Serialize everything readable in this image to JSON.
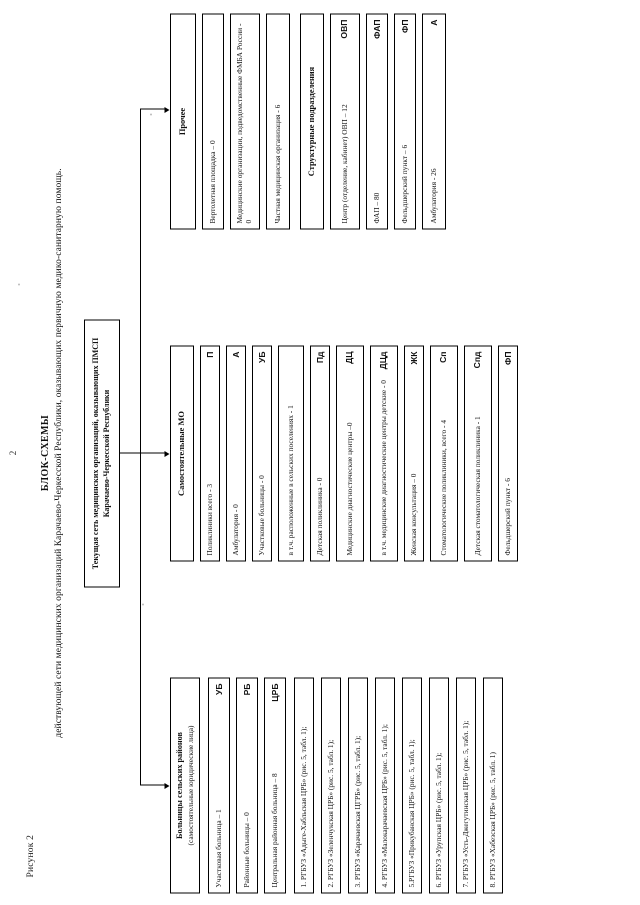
{
  "page": {
    "number": "2",
    "figure_caption": "Рисунок 2"
  },
  "title": {
    "main": "БЛОК-СХЕМЫ",
    "subtitle": "действующей сети медицинских организаций Карачаево-Черкесской Республики, оказывающих первичную медико-санитарную помощь."
  },
  "root": {
    "line1": "Текущая сеть медицинских организаций, оказывающих ПМСП",
    "line2": "Карачаево-Черкесской Республики"
  },
  "columns": {
    "left": {
      "header_line1": "Больницы сельских районов",
      "header_line2": "(самостоятельные юридические лица)",
      "items": [
        {
          "text": "Участковая больница – 1",
          "code": "УБ"
        },
        {
          "text": "Районные больницы – 0",
          "code": "РБ"
        },
        {
          "text": "Центральная районная больница – 8",
          "code": "ЦРБ"
        },
        {
          "text": "1. РГБУЗ «Адыге-Хабльская ЦРБ» (рис. 5, табл. 1);",
          "code": ""
        },
        {
          "text": "2. РГБУЗ «Зеленчукская ЦРБ» (рис. 5, табл. 1);",
          "code": ""
        },
        {
          "text": "3. РГБУЗ «Карачаевская ЦГРБ» (рис. 5, табл. 1);",
          "code": ""
        },
        {
          "text": "4. РГБУЗ «Малокарачаевская ЦРБ» (рис. 5, табл. 1);",
          "code": ""
        },
        {
          "text": "5.РГБУЗ «Прикубанская ЦРБ» (рис. 5, табл. 1);",
          "code": ""
        },
        {
          "text": "6. РГБУЗ «Урупская ЦРБ» (рис. 5, табл. 1);",
          "code": ""
        },
        {
          "text": "7. РГБУЗ «Усть-Джегутинская ЦРБ» (рис. 5, табл. 1);",
          "code": ""
        },
        {
          "text": "8. РГБУЗ «Хабезская ЦРБ» (рис. 5, табл. 1)",
          "code": ""
        }
      ]
    },
    "middle": {
      "header": "Самостоятельные МО",
      "items": [
        {
          "text": "Поликлиники всего - 3",
          "code": "П"
        },
        {
          "text": "Амбулатория - 0",
          "code": "А"
        },
        {
          "text": "Участковые больницы - 0",
          "code": "УБ"
        },
        {
          "text": "в т.ч. расположенные в сельских поселениях - 1",
          "code": ""
        },
        {
          "text": "Детская поликлиника - 0",
          "code": "Пд"
        },
        {
          "text": "Медицинские диагностические центры –0",
          "code": "ДЦ"
        },
        {
          "text": "в т.ч. медицинские диагностические центры детские - 0",
          "code": "ДЦд"
        },
        {
          "text": "Женская консультация – 0",
          "code": "ЖК"
        },
        {
          "text": "Стоматологические поликлиники, всего - 4",
          "code": "Сп"
        },
        {
          "text": "Детская стоматологическая поликлиника - 1",
          "code": "Спд"
        },
        {
          "text": "Фельдшерский пункт - 6",
          "code": "ФП"
        }
      ]
    },
    "right": {
      "header": "Прочее",
      "items": [
        {
          "text": "Вертолетная площадка – 0",
          "code": ""
        },
        {
          "text": "Медицинские организации, подведомственные ФМБА России - 0",
          "code": ""
        },
        {
          "text": "Частная медицинская организация - 6",
          "code": ""
        }
      ],
      "sub_header": "Структурные подразделения",
      "sub_items": [
        {
          "text": "Центр (отделение, кабинет) ОВП – 12",
          "code": "ОВП"
        },
        {
          "text": "ФАП – 80",
          "code": "ФАП"
        },
        {
          "text": "Фельдшерский пункт – 6",
          "code": "ФП"
        },
        {
          "text": "Амбулатория - 26",
          "code": "А"
        }
      ]
    }
  }
}
